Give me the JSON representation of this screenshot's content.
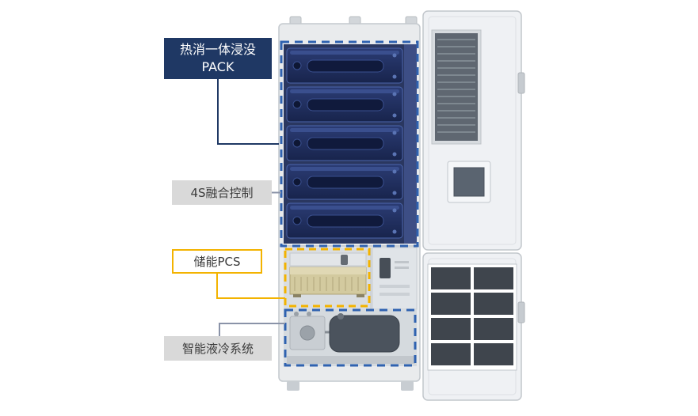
{
  "diagram": {
    "labels": {
      "pack": {
        "line1": "热消一体浸没",
        "line2": "PACK"
      },
      "control": "4S融合控制",
      "pcs": "储能PCS",
      "cooling": "智能液冷系统"
    },
    "colors": {
      "pack_label_bg": "#1F3864",
      "pack_dashed_border": "#2F62B0",
      "pcs_dashed_border": "#F3B300",
      "gray_label_bg": "#D9D9D9",
      "connector_dark_blue": "#1F3864",
      "connector_gray": "#8A93A8",
      "battery_module_fill": "#1E2B5A",
      "cabinet_body": "#E9EBED"
    }
  }
}
